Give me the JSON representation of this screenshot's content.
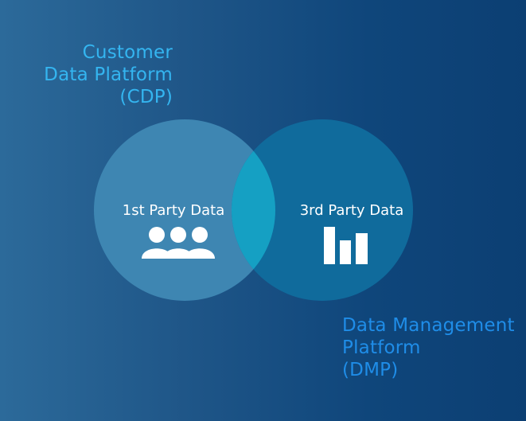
{
  "cdp": {
    "lines": [
      "Customer",
      "Data Platform",
      "(CDP)"
    ],
    "color": "#34b5f0"
  },
  "dmp": {
    "lines": [
      "Data Management",
      "Platform",
      "(DMP)"
    ],
    "color": "#1f8de8"
  },
  "left_circle": {
    "label": "1st Party Data",
    "icon": "people-group-icon"
  },
  "right_circle": {
    "label": "3rd Party Data",
    "icon": "bar-chart-icon"
  },
  "colors": {
    "background_left": "#2c6a9a",
    "background_right": "#0c3f73",
    "left_circle": "#3e86b2",
    "right_circle": "#106b9c",
    "overlap": "#15a0c3",
    "text": "#ffffff"
  }
}
